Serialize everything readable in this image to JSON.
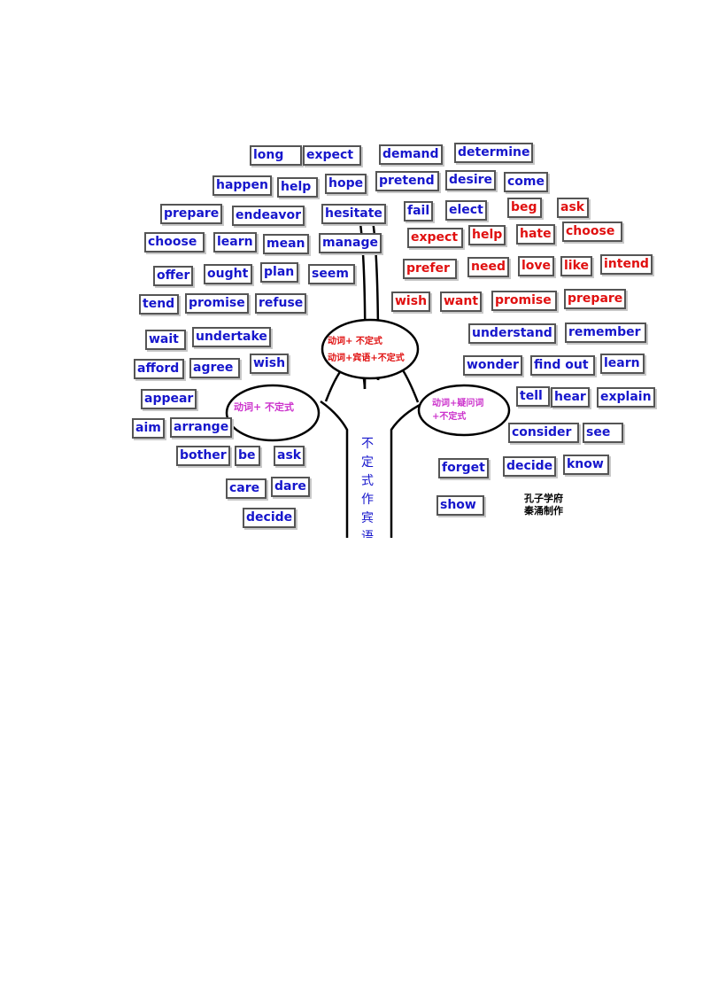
{
  "colors": {
    "blue_words": "#1616cc",
    "red_words": "#e01010",
    "magenta_labels": "#cc33cc"
  },
  "nodes": {
    "top": {
      "line1": "动词+ 不定式",
      "line2": "动词+宾语+不定式"
    },
    "left": {
      "line1": "动词+ 不定式"
    },
    "right": {
      "line1": "动词+疑问词",
      "line2": "+不定式"
    }
  },
  "trunk_chars": [
    "不",
    "定",
    "式",
    "作",
    "宾",
    "语"
  ],
  "credit": {
    "line1": "孔子学府",
    "line2": "秦涌制作"
  },
  "words": [
    {
      "text": "long",
      "color": "blue"
    },
    {
      "text": "expect",
      "color": "blue"
    },
    {
      "text": "demand",
      "color": "blue"
    },
    {
      "text": "determine",
      "color": "blue"
    },
    {
      "text": "happen",
      "color": "blue"
    },
    {
      "text": "help",
      "color": "blue"
    },
    {
      "text": "hope",
      "color": "blue"
    },
    {
      "text": "pretend",
      "color": "blue"
    },
    {
      "text": "desire",
      "color": "blue"
    },
    {
      "text": "come",
      "color": "blue"
    },
    {
      "text": "prepare",
      "color": "blue"
    },
    {
      "text": "endeavor",
      "color": "blue"
    },
    {
      "text": "hesitate",
      "color": "blue"
    },
    {
      "text": "fail",
      "color": "blue"
    },
    {
      "text": "elect",
      "color": "blue"
    },
    {
      "text": "beg",
      "color": "red"
    },
    {
      "text": "ask",
      "color": "red"
    },
    {
      "text": "choose",
      "color": "blue"
    },
    {
      "text": "learn",
      "color": "blue"
    },
    {
      "text": "mean",
      "color": "blue"
    },
    {
      "text": "manage",
      "color": "blue"
    },
    {
      "text": "expect",
      "color": "red"
    },
    {
      "text": "help",
      "color": "red"
    },
    {
      "text": "hate",
      "color": "red"
    },
    {
      "text": "choose",
      "color": "red"
    },
    {
      "text": "offer",
      "color": "blue"
    },
    {
      "text": "ought",
      "color": "blue"
    },
    {
      "text": "plan",
      "color": "blue"
    },
    {
      "text": "seem",
      "color": "blue"
    },
    {
      "text": "prefer",
      "color": "red"
    },
    {
      "text": "need",
      "color": "red"
    },
    {
      "text": "love",
      "color": "red"
    },
    {
      "text": "like",
      "color": "red"
    },
    {
      "text": "intend",
      "color": "red"
    },
    {
      "text": "tend",
      "color": "blue"
    },
    {
      "text": "promise",
      "color": "blue"
    },
    {
      "text": "refuse",
      "color": "blue"
    },
    {
      "text": "wish",
      "color": "red"
    },
    {
      "text": "want",
      "color": "red"
    },
    {
      "text": "promise",
      "color": "red"
    },
    {
      "text": "prepare",
      "color": "red"
    },
    {
      "text": "wait",
      "color": "blue"
    },
    {
      "text": "undertake",
      "color": "blue"
    },
    {
      "text": "understand",
      "color": "blue"
    },
    {
      "text": "remember",
      "color": "blue"
    },
    {
      "text": "afford",
      "color": "blue"
    },
    {
      "text": "agree",
      "color": "blue"
    },
    {
      "text": "wish",
      "color": "blue"
    },
    {
      "text": "wonder",
      "color": "blue"
    },
    {
      "text": "find out",
      "color": "blue"
    },
    {
      "text": "learn",
      "color": "blue"
    },
    {
      "text": "appear",
      "color": "blue"
    },
    {
      "text": "tell",
      "color": "blue"
    },
    {
      "text": "hear",
      "color": "blue"
    },
    {
      "text": "explain",
      "color": "blue"
    },
    {
      "text": "aim",
      "color": "blue"
    },
    {
      "text": "arrange",
      "color": "blue"
    },
    {
      "text": "consider",
      "color": "blue"
    },
    {
      "text": "see",
      "color": "blue"
    },
    {
      "text": "bother",
      "color": "blue"
    },
    {
      "text": "be",
      "color": "blue"
    },
    {
      "text": "ask",
      "color": "blue"
    },
    {
      "text": "forget",
      "color": "blue"
    },
    {
      "text": "decide",
      "color": "blue"
    },
    {
      "text": "know",
      "color": "blue"
    },
    {
      "text": "care",
      "color": "blue"
    },
    {
      "text": "dare",
      "color": "blue"
    },
    {
      "text": "show",
      "color": "blue"
    },
    {
      "text": "decide",
      "color": "blue"
    }
  ]
}
